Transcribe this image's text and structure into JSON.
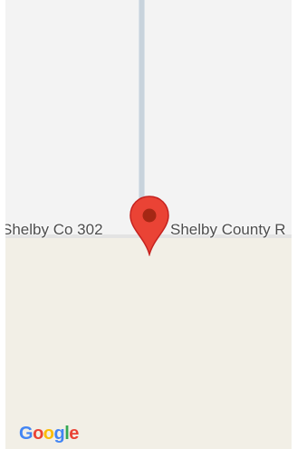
{
  "map": {
    "colors": {
      "land_upper": "#f3f3f3",
      "land_lower": "#f2efe6",
      "road": "#c8d3dc",
      "pin": "#ea4335",
      "pin_dot": "#a52714"
    },
    "roads": {
      "left_label": "Shelby Co 302",
      "right_label": "Shelby County R"
    },
    "marker": {
      "icon": "map-pin-icon"
    },
    "attribution": {
      "logo_text": "Google",
      "letter_colors": [
        "#4285f4",
        "#ea4335",
        "#fbbc05",
        "#4285f4",
        "#34a853",
        "#ea4335"
      ]
    }
  }
}
